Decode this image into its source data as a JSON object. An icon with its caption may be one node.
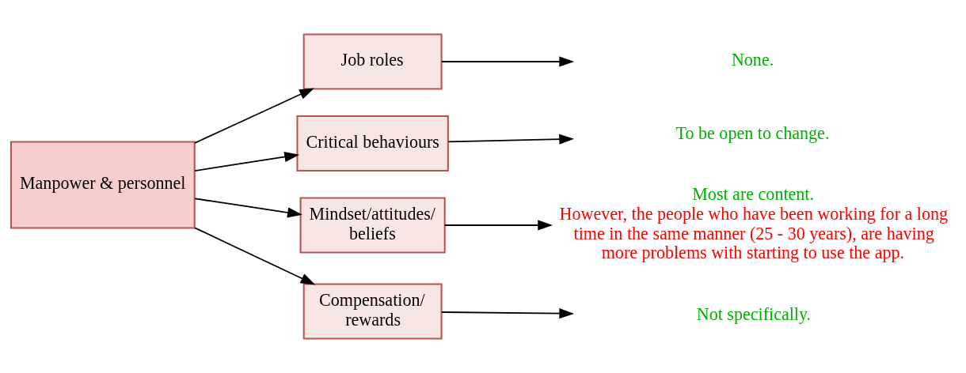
{
  "diagram": {
    "nodes": [
      {
        "text": [
          "Manpower & personnel"
        ]
      },
      {
        "text": [
          "Job roles"
        ]
      },
      {
        "text": [
          "Critical behaviours"
        ]
      },
      {
        "text": [
          "Mindset/attitudes/ beliefs"
        ]
      },
      {
        "text": [
          "Compensation/ rewards"
        ]
      },
      {
        "text": [
          "None."
        ]
      },
      {
        "text": [
          "To be open to change."
        ]
      },
      {
        "text": [
          "Most are content.",
          "However, the people who have been working for a long time in the same manner (25 - 30 years), are having more problems with starting to use the app."
        ]
      },
      {
        "text": [
          "Not specifically."
        ]
      }
    ],
    "edges": [
      {
        "from": 0,
        "to": 1,
        "arrow": "to"
      },
      {
        "from": 0,
        "to": 2,
        "arrow": "to"
      },
      {
        "from": 0,
        "to": 3,
        "arrow": "to"
      },
      {
        "from": 0,
        "to": 4,
        "arrow": "to"
      },
      {
        "from": 1,
        "to": 5,
        "arrow": "to"
      },
      {
        "from": 2,
        "to": 6,
        "arrow": "to"
      },
      {
        "from": 3,
        "to": 7,
        "arrow": "to"
      },
      {
        "from": 4,
        "to": 8,
        "arrow": "to"
      }
    ]
  }
}
